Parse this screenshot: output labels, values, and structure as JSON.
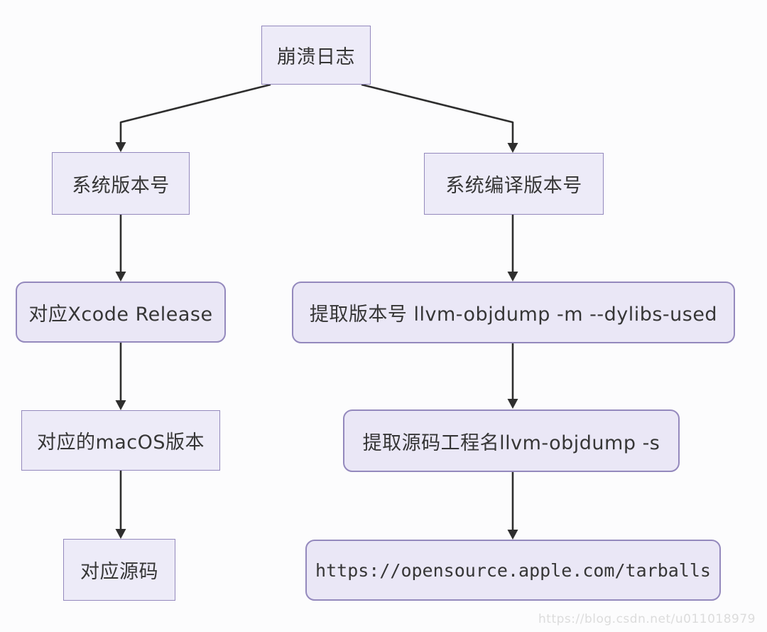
{
  "diagram": {
    "title_hint": "crash-log-analysis-flowchart",
    "nodes": {
      "crash_log": {
        "label": "崩溃日志",
        "shape": "rect"
      },
      "system_version": {
        "label": "系统版本号",
        "shape": "rect"
      },
      "system_build_version": {
        "label": "系统编译版本号",
        "shape": "rect"
      },
      "xcode_release": {
        "label": "对应Xcode Release",
        "shape": "rounded"
      },
      "extract_version": {
        "label": "提取版本号 llvm-objdump -m --dylibs-used",
        "shape": "rounded"
      },
      "macos_version": {
        "label": "对应的macOS版本",
        "shape": "rect"
      },
      "extract_source_name": {
        "label": "提取源码工程名llvm-objdump -s",
        "shape": "rounded"
      },
      "source_code": {
        "label": "对应源码",
        "shape": "rect"
      },
      "tarballs_url": {
        "label": "https://opensource.apple.com/tarballs",
        "shape": "rounded"
      }
    },
    "edges": [
      {
        "from": "crash_log",
        "to": "system_version"
      },
      {
        "from": "crash_log",
        "to": "system_build_version"
      },
      {
        "from": "system_version",
        "to": "xcode_release"
      },
      {
        "from": "xcode_release",
        "to": "macos_version"
      },
      {
        "from": "macos_version",
        "to": "source_code"
      },
      {
        "from": "system_build_version",
        "to": "extract_version"
      },
      {
        "from": "extract_version",
        "to": "extract_source_name"
      },
      {
        "from": "extract_source_name",
        "to": "tarballs_url"
      }
    ],
    "watermark": "https://blog.csdn.net/u011018979",
    "colors": {
      "bg": "#fcfcfd",
      "node_fill": "#edebf8",
      "node_fill_round": "#eae7f6",
      "node_border": "#9489bd",
      "line": "#2e2e2e",
      "text": "#363636",
      "watermark": "#dcdcdc"
    }
  }
}
